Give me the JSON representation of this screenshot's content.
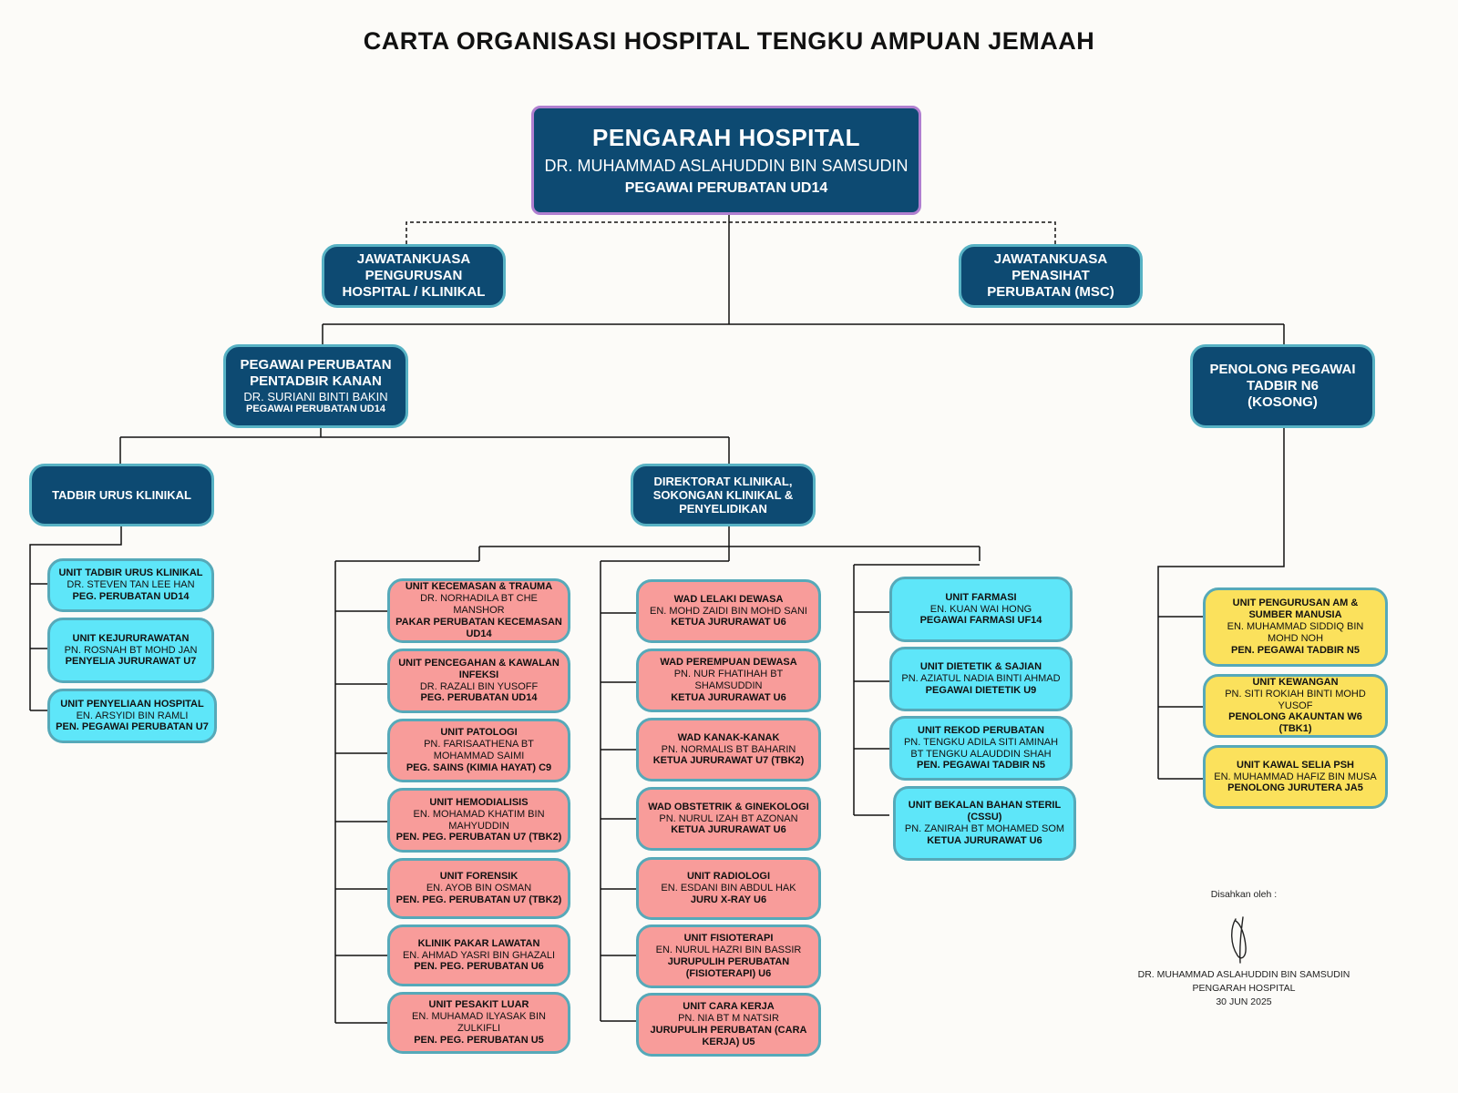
{
  "title": "CARTA ORGANISASI HOSPITAL TENGKU AMPUAN JEMAAH",
  "director": {
    "title": "PENGARAH HOSPITAL",
    "name": "DR. MUHAMMAD ASLAHUDDIN BIN SAMSUDIN",
    "post": "PEGAWAI PERUBATAN UD14"
  },
  "committees": {
    "left": {
      "line1": "JAWATANKUASA",
      "line2": "PENGURUSAN",
      "line3": "HOSPITAL / KLINIKAL"
    },
    "right": {
      "line1": "JAWATANKUASA",
      "line2": "PENASIHAT",
      "line3": "PERUBATAN (MSC)"
    }
  },
  "deputy": {
    "line1": "PEGAWAI PERUBATAN",
    "line2": "PENTADBIR KANAN",
    "name": "DR. SURIANI BINTI BAKIN",
    "post": "PEGAWAI PERUBATAN UD14"
  },
  "admin_assistant": {
    "line1": "PENOLONG PEGAWAI",
    "line2": "TADBIR N6",
    "line3": "(KOSONG)"
  },
  "governance": {
    "label": "TADBIR URUS KLINIKAL"
  },
  "directorate": {
    "line1": "DIREKTORAT KLINIKAL,",
    "line2": "SOKONGAN KLINIKAL &",
    "line3": "PENYELIDIKAN"
  },
  "governance_units": [
    {
      "unit": "UNIT TADBIR URUS KLINIKAL",
      "name": "DR. STEVEN TAN LEE HAN",
      "post": "PEG. PERUBATAN UD14"
    },
    {
      "unit": "UNIT KEJURURAWATAN",
      "name": "PN. ROSNAH BT MOHD JAN",
      "post": "PENYELIA JURURAWAT U7"
    },
    {
      "unit": "UNIT PENYELIAAN HOSPITAL",
      "name": "EN. ARSYIDI BIN RAMLI",
      "post": "PEN. PEGAWAI PERUBATAN U7"
    }
  ],
  "clinical_col1": [
    {
      "unit": "UNIT KECEMASAN & TRAUMA",
      "name": "DR. NORHADILA BT CHE MANSHOR",
      "post": "PAKAR PERUBATAN KECEMASAN UD14"
    },
    {
      "unit": "UNIT PENCEGAHAN & KAWALAN INFEKSI",
      "name": "DR. RAZALI BIN YUSOFF",
      "post": "PEG. PERUBATAN UD14"
    },
    {
      "unit": "UNIT PATOLOGI",
      "name": "PN. FARISAATHENA BT MOHAMMAD SAIMI",
      "post": "PEG. SAINS (KIMIA HAYAT) C9"
    },
    {
      "unit": "UNIT HEMODIALISIS",
      "name": "EN. MOHAMAD KHATIM BIN MAHYUDDIN",
      "post": "PEN. PEG. PERUBATAN U7 (TBK2)"
    },
    {
      "unit": "UNIT FORENSIK",
      "name": "EN. AYOB BIN OSMAN",
      "post": "PEN. PEG. PERUBATAN U7 (TBK2)"
    },
    {
      "unit": "KLINIK PAKAR LAWATAN",
      "name": "EN. AHMAD YASRI BIN GHAZALI",
      "post": "PEN. PEG. PERUBATAN U6"
    },
    {
      "unit": "UNIT PESAKIT LUAR",
      "name": "EN. MUHAMAD ILYASAK BIN ZULKIFLI",
      "post": "PEN. PEG. PERUBATAN U5"
    }
  ],
  "clinical_col2": [
    {
      "unit": "WAD LELAKI DEWASA",
      "name": "EN. MOHD ZAIDI BIN MOHD SANI",
      "post": "KETUA JURURAWAT U6"
    },
    {
      "unit": "WAD PEREMPUAN DEWASA",
      "name": "PN. NUR FHATIHAH BT SHAMSUDDIN",
      "post": "KETUA JURURAWAT U6"
    },
    {
      "unit": "WAD KANAK-KANAK",
      "name": "PN. NORMALIS BT BAHARIN",
      "post": "KETUA JURURAWAT U7 (TBK2)"
    },
    {
      "unit": "WAD OBSTETRIK & GINEKOLOGI",
      "name": "PN. NURUL IZAH BT AZONAN",
      "post": "KETUA JURURAWAT U6"
    },
    {
      "unit": "UNIT RADIOLOGI",
      "name": "EN. ESDANI BIN ABDUL HAK",
      "post": "JURU X-RAY U6"
    },
    {
      "unit": "UNIT FISIOTERAPI",
      "name": "EN. NURUL HAZRI BIN BASSIR",
      "post": "JURUPULIH PERUBATAN (FISIOTERAPI) U6"
    },
    {
      "unit": "UNIT CARA KERJA",
      "name": "PN. NIA BT M NATSIR",
      "post": "JURUPULIH PERUBATAN (CARA KERJA) U5"
    }
  ],
  "support_units": [
    {
      "unit": "UNIT FARMASI",
      "name": "EN. KUAN WAI HONG",
      "post": "PEGAWAI FARMASI UF14"
    },
    {
      "unit": "UNIT DIETETIK & SAJIAN",
      "name": "PN. AZIATUL NADIA BINTI AHMAD",
      "post": "PEGAWAI DIETETIK U9"
    },
    {
      "unit": "UNIT REKOD PERUBATAN",
      "name": "PN. TENGKU ADILA SITI AMINAH BT TENGKU ALAUDDIN SHAH",
      "post": "PEN. PEGAWAI TADBIR N5"
    },
    {
      "unit": "UNIT BEKALAN BAHAN STERIL (CSSU)",
      "name": "PN. ZANIRAH BT MOHAMED SOM",
      "post": "KETUA JURURAWAT U6"
    }
  ],
  "admin_units": [
    {
      "unit": "UNIT PENGURUSAN AM & SUMBER MANUSIA",
      "name": "EN. MUHAMMAD SIDDIQ BIN MOHD NOH",
      "post": "PEN. PEGAWAI TADBIR N5"
    },
    {
      "unit": "UNIT KEWANGAN",
      "name": "PN. SITI ROKIAH BINTI MOHD YUSOF",
      "post": "PENOLONG AKAUNTAN W6 (TBK1)"
    },
    {
      "unit": "UNIT KAWAL SELIA PSH",
      "name": "EN. MUHAMMAD HAFIZ BIN MUSA",
      "post": "PENOLONG JURUTERA JA5"
    }
  ],
  "approval": {
    "label": "Disahkan oleh :",
    "name": "DR. MUHAMMAD ASLAHUDDIN BIN SAMSUDIN",
    "title": "PENGARAH HOSPITAL",
    "date": "30 JUN 2025"
  },
  "colors": {
    "dark_box": "#0d4a72",
    "clinical_unit": "#f89c9a",
    "support_unit": "#5ee6f9",
    "admin_unit": "#fbe15c",
    "box_border": "#56a9b9"
  }
}
